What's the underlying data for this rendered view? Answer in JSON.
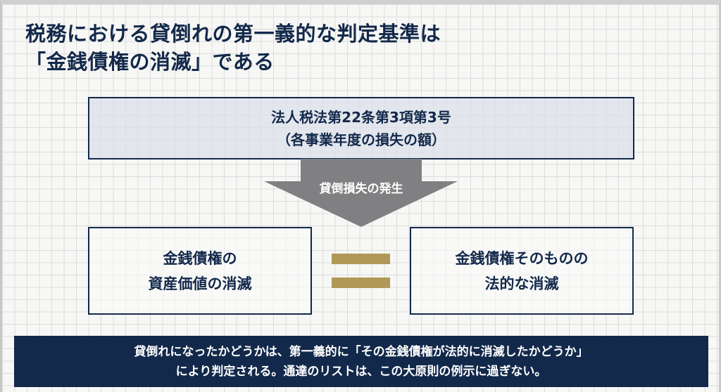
{
  "title": {
    "line1": "税務における貸倒れの第一義的な判定基準は",
    "line2": "「金銭債権の消滅」である"
  },
  "top_box": {
    "line1": "法人税法第22条第3項第3号",
    "line2": "（各事業年度の損失の額）"
  },
  "arrow": {
    "label": "貸倒損失の発生"
  },
  "left_box": {
    "line1": "金銭債権の",
    "line2": "資産価値の消滅"
  },
  "right_box": {
    "line1": "金銭債権そのものの",
    "line2": "法的な消滅"
  },
  "conclusion": {
    "line1": "貸倒れになったかどうかは、第一義的に「その金銭債権が法的に消滅したかどうか」",
    "line2": "により判定される。通達のリストは、この大原則の例示に過ぎない。"
  },
  "colors": {
    "navy": "#13294b",
    "gold": "#b09858",
    "arrow_gray": "#808082"
  }
}
